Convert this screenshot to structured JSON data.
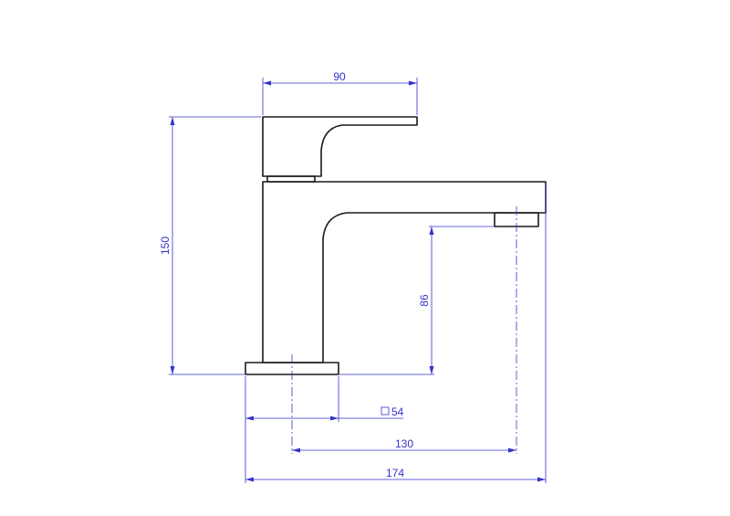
{
  "dimensions": {
    "handle_width": "90",
    "total_height": "150",
    "spout_height": "86",
    "base_square": "54",
    "spout_reach": "130",
    "total_depth": "174"
  }
}
